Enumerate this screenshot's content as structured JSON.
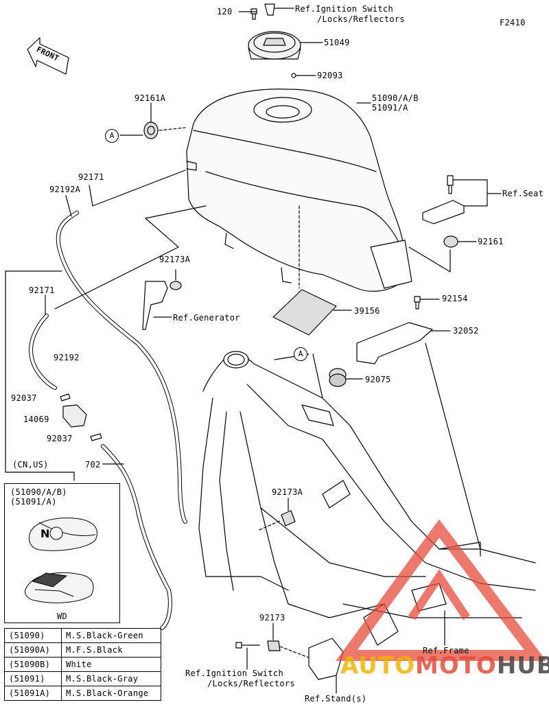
{
  "figure_code": "F2410",
  "front_label": "FRONT",
  "callouts": {
    "a_top": "A",
    "a_frame": "A"
  },
  "parts": {
    "p120": "120",
    "ign_ref_top": "Ref.Ignition Switch",
    "ign_ref_top2": "/Locks/Reflectors",
    "p51049": "51049",
    "p92093": "92093",
    "p92161A": "92161A",
    "p51090": "51090/A/B",
    "p51091": "51091/A",
    "p92171_top": "92171",
    "p92192A": "92192A",
    "ref_seat": "Ref.Seat",
    "p92161": "92161",
    "p92173A_top": "92173A",
    "ref_generator": "Ref.Generator",
    "p92154": "92154",
    "p39156": "39156",
    "p32052": "32052",
    "p92171_left": "92171",
    "p92192": "92192",
    "p92075": "92075",
    "p92037_a": "92037",
    "p14069": "14069",
    "p92037_b": "92037",
    "cn_us": "(CN,US)",
    "p702": "702",
    "p92173A_mid": "92173A",
    "p92173": "92173",
    "ref_frame": "Ref.Frame",
    "ign_ref_bot": "Ref.Ignition Switch",
    "ign_ref_bot2": "/Locks/Reflectors",
    "ref_stand": "Ref.Stand(s)"
  },
  "inset": {
    "line1": "(51090/A/B)",
    "line2": "(51091/A)",
    "wd": "WD"
  },
  "color_table": [
    {
      "code": "(51090)",
      "desc": "M.S.Black-Green"
    },
    {
      "code": "(51090A)",
      "desc": "M.F.S.Black"
    },
    {
      "code": "(51090B)",
      "desc": "White"
    },
    {
      "code": "(51091)",
      "desc": "M.S.Black-Gray"
    },
    {
      "code": "(51091A)",
      "desc": "M.S.Black-Orange"
    }
  ],
  "watermark": {
    "part1": "AUTO",
    "part2": "MOTO",
    "part3": "HUB",
    "color1": "#f0b400",
    "color2": "#e74c3c",
    "color3": "#444444"
  }
}
